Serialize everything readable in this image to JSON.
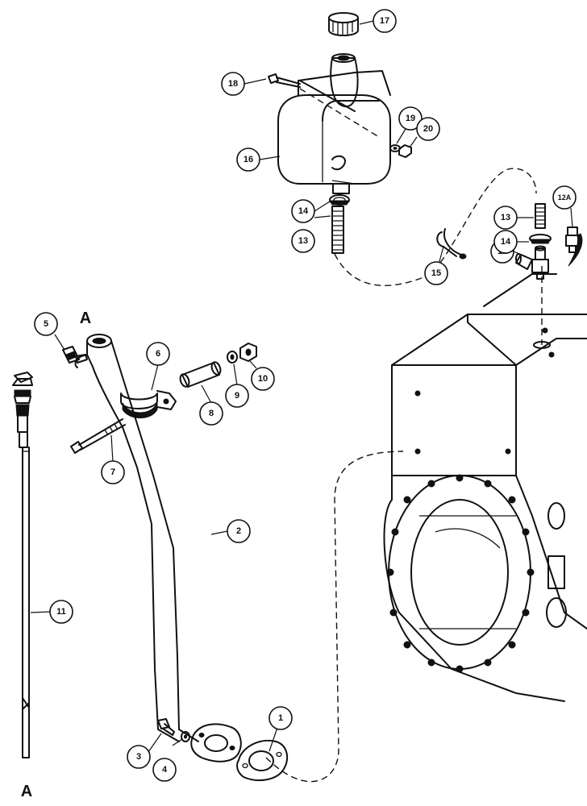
{
  "section_marks": {
    "top": "A",
    "bottom": "A"
  },
  "callouts": [
    {
      "id": "c1",
      "label": "1"
    },
    {
      "id": "c2",
      "label": "2"
    },
    {
      "id": "c3",
      "label": "3"
    },
    {
      "id": "c4",
      "label": "4"
    },
    {
      "id": "c5",
      "label": "5"
    },
    {
      "id": "c6",
      "label": "6"
    },
    {
      "id": "c7",
      "label": "7"
    },
    {
      "id": "c8",
      "label": "8"
    },
    {
      "id": "c9",
      "label": "9"
    },
    {
      "id": "c10",
      "label": "10"
    },
    {
      "id": "c11",
      "label": "11"
    },
    {
      "id": "c12",
      "label": "12"
    },
    {
      "id": "c12a",
      "label": "12A"
    },
    {
      "id": "c13a",
      "label": "13"
    },
    {
      "id": "c13b",
      "label": "13"
    },
    {
      "id": "c14a",
      "label": "14"
    },
    {
      "id": "c14b",
      "label": "14"
    },
    {
      "id": "c15",
      "label": "15"
    },
    {
      "id": "c16",
      "label": "16"
    },
    {
      "id": "c17",
      "label": "17"
    },
    {
      "id": "c18",
      "label": "18"
    },
    {
      "id": "c19",
      "label": "19"
    },
    {
      "id": "c20",
      "label": "20"
    }
  ],
  "colors": {
    "line": "#111111",
    "background": "#ffffff"
  }
}
